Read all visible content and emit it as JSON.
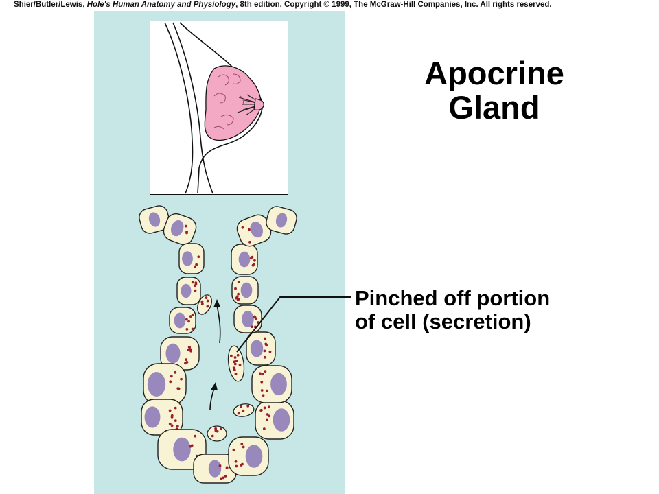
{
  "copyright": {
    "authors": "Shier/Butler/Lewis, ",
    "book": "Hole's Human Anatomy and Physiology",
    "rest": ", 8th edition, Copyright © 1999, The McGraw-Hill Companies, Inc.  All rights reserved."
  },
  "title": {
    "line1": "Apocrine",
    "line2": "Gland"
  },
  "callout": {
    "line1": "Pinched off portion",
    "line2": "of cell (secretion)"
  },
  "colors": {
    "panel": "#c6e7e6",
    "cell_fill": "#f9f3d6",
    "nucleus": "#9988bb",
    "granule": "#9a1f2a",
    "gland_tissue": "#f3a8c4"
  }
}
